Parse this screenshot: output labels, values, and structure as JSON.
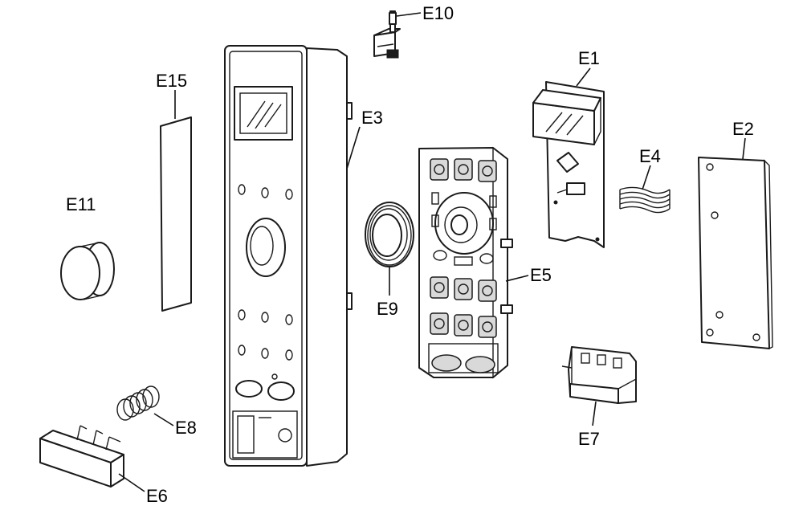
{
  "labels": {
    "E1": "E1",
    "E2": "E2",
    "E3": "E3",
    "E4": "E4",
    "E5": "E5",
    "E6": "E6",
    "E7": "E7",
    "E8": "E8",
    "E9": "E9",
    "E10": "E10",
    "E11": "E11",
    "E15": "E15"
  }
}
